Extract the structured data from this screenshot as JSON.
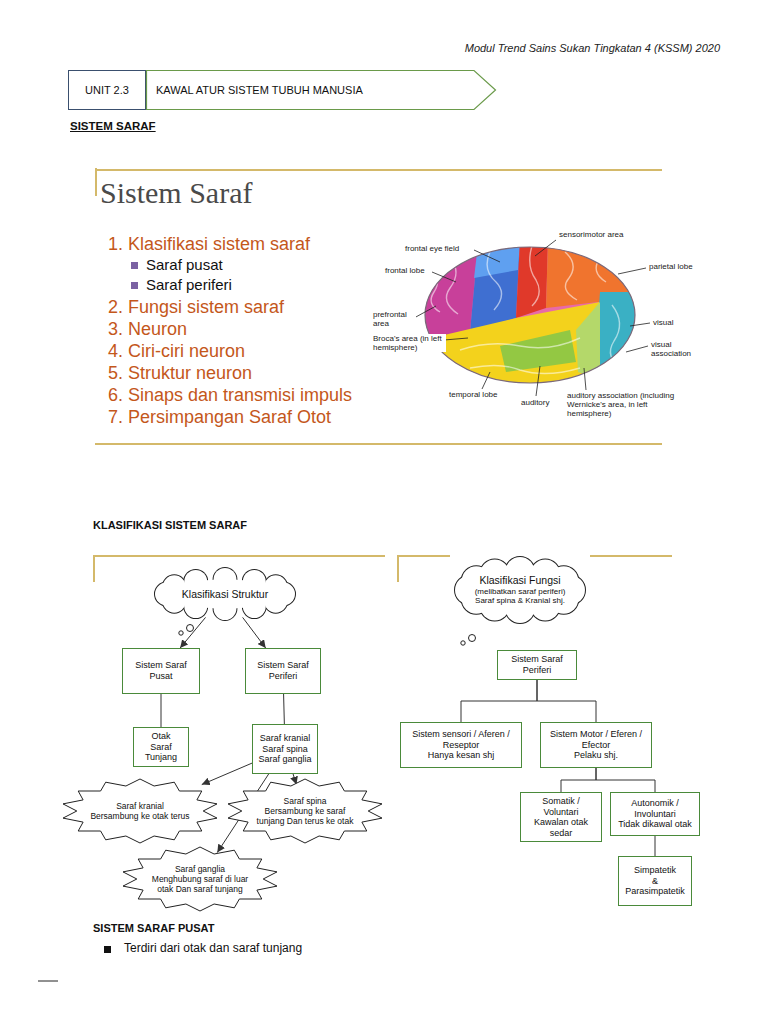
{
  "diagram": {
    "title": "SISTEM SARAF",
    "nodes": [
      {
        "text": [
          "UNIT 2.3"
        ]
      },
      {
        "text": [
          "KAWAL ATUR SISTEM TUBUH MANUSIA"
        ]
      },
      {
        "text": [
          "Klasifikasi Struktur"
        ]
      },
      {
        "text": [
          "Sistem Saraf Pusat"
        ]
      },
      {
        "text": [
          "Sistem Saraf Periferi"
        ]
      },
      {
        "text": [
          "Otak",
          "Saraf Tunjang"
        ]
      },
      {
        "text": [
          "Saraf kranial",
          "Saraf spina",
          "Saraf ganglia"
        ]
      },
      {
        "text": [
          "Saraf kranial",
          "Bersambung ke otak terus"
        ]
      },
      {
        "text": [
          "Saraf ganglia",
          "Menghubung saraf di luar otak Dan saraf tunjang"
        ]
      },
      {
        "text": [
          "Saraf spina",
          "Bersambung ke saraf tunjang Dan terus ke otak"
        ]
      },
      {
        "text": [
          "Klasifikasi Fungsi",
          "(melibatkan saraf periferi) Saraf spina & Kranial shj."
        ]
      },
      {
        "text": [
          "Sistem Saraf Periferi"
        ]
      },
      {
        "text": [
          "Sistem sensori / Aferen / Reseptor",
          "Hanya kesan shj"
        ]
      },
      {
        "text": [
          "Sistem Motor / Eferen / Efector",
          "Pelaku shj."
        ]
      },
      {
        "text": [
          "Somatik / Voluntari",
          "Kawalan otak sedar"
        ]
      },
      {
        "text": [
          "Autonomik / Involuntari",
          "Tidak dikawal otak"
        ]
      },
      {
        "text": [
          "Simpatetik",
          "&",
          "Parasimpatetik"
        ]
      }
    ],
    "edges": [
      {
        "from": 2,
        "to": 3,
        "arrow": "to"
      },
      {
        "from": 2,
        "to": 4,
        "arrow": "to"
      },
      {
        "from": 3,
        "to": 5,
        "arrow": "none"
      },
      {
        "from": 4,
        "to": 6,
        "arrow": "none"
      },
      {
        "from": 6,
        "to": 7,
        "arrow": "to"
      },
      {
        "from": 6,
        "to": 8,
        "arrow": "to"
      },
      {
        "from": 6,
        "to": 9,
        "arrow": "to"
      },
      {
        "from": 11,
        "to": 12,
        "arrow": "none"
      },
      {
        "from": 11,
        "to": 13,
        "arrow": "none"
      },
      {
        "from": 13,
        "to": 14,
        "arrow": "none"
      },
      {
        "from": 13,
        "to": 15,
        "arrow": "none"
      },
      {
        "from": 15,
        "to": 16,
        "arrow": "none"
      }
    ],
    "labels": [
      "Modul Trend Sains Sukan Tingkatan 4 (KSSM) 2020",
      "Sistem Saraf",
      "1. Klasifikasi sistem saraf",
      "Saraf pusat",
      "Saraf periferi",
      "2. Fungsi sistem saraf",
      "3. Neuron",
      "4. Ciri-ciri neuron",
      "5. Struktur neuron",
      "6. Sinaps dan transmisi impuls",
      "7. Persimpangan Saraf Otot",
      "frontal eye field",
      "sensorimotor area",
      "frontal lobe",
      "parietal lobe",
      "prefrontal area",
      "Broca's area (in left hemisphere)",
      "temporal lobe",
      "auditory",
      "auditory association (including Wernicke's area, in left hemisphere)",
      "visual",
      "visual association",
      "KLASIFIKASI SISTEM SARAF",
      "SISTEM SARAF PUSAT",
      "Terdiri dari otak dan saraf tunjang"
    ]
  }
}
